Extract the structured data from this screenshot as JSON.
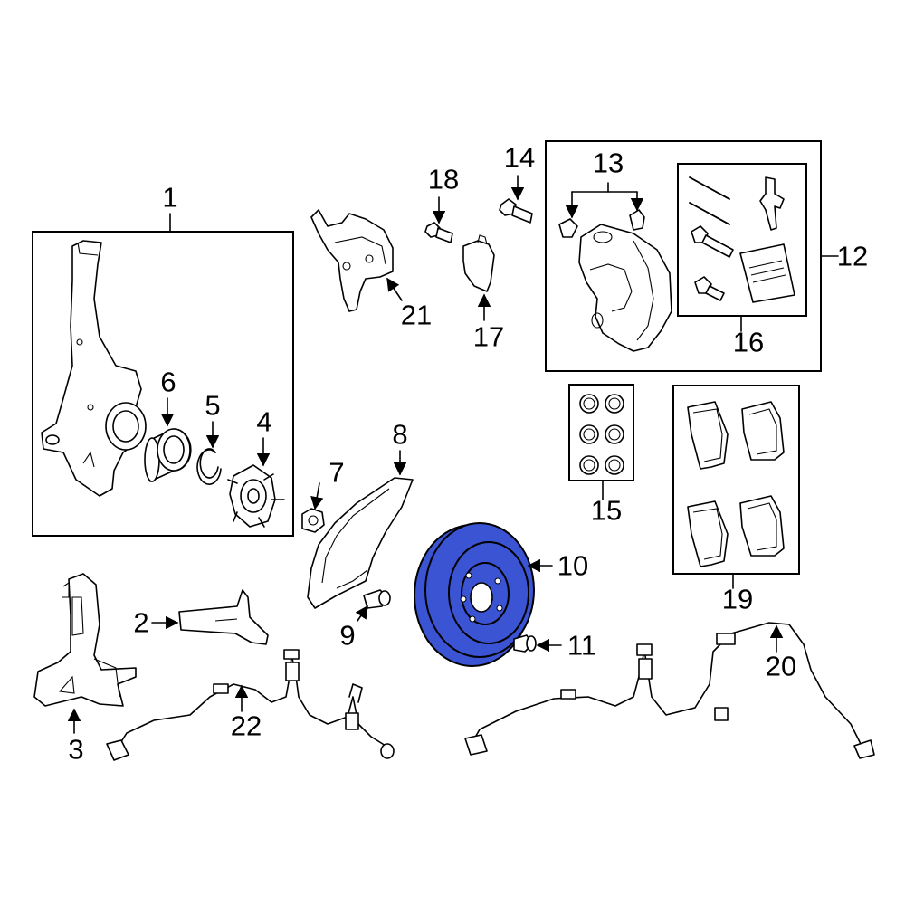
{
  "highlight_color": "#3b54d4",
  "callouts": [
    {
      "id": "1",
      "text": "1"
    },
    {
      "id": "2",
      "text": "2"
    },
    {
      "id": "3",
      "text": "3"
    },
    {
      "id": "4",
      "text": "4"
    },
    {
      "id": "5",
      "text": "5"
    },
    {
      "id": "6",
      "text": "6"
    },
    {
      "id": "7",
      "text": "7"
    },
    {
      "id": "8",
      "text": "8"
    },
    {
      "id": "9",
      "text": "9"
    },
    {
      "id": "10",
      "text": "10"
    },
    {
      "id": "11",
      "text": "11"
    },
    {
      "id": "12",
      "text": "12"
    },
    {
      "id": "13",
      "text": "13"
    },
    {
      "id": "14",
      "text": "14"
    },
    {
      "id": "15",
      "text": "15"
    },
    {
      "id": "16",
      "text": "16"
    },
    {
      "id": "17",
      "text": "17"
    },
    {
      "id": "18",
      "text": "18"
    },
    {
      "id": "19",
      "text": "19"
    },
    {
      "id": "20",
      "text": "20"
    },
    {
      "id": "21",
      "text": "21"
    },
    {
      "id": "22",
      "text": "22"
    }
  ]
}
